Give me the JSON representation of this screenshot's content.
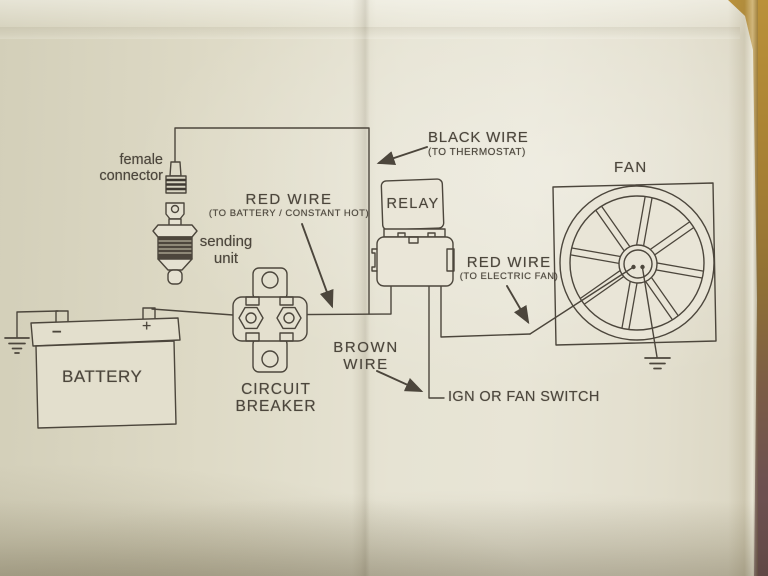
{
  "photo": {
    "description": "Photo of a printed electric fan relay wiring diagram on a folded sheet of paper lying on a wooden table"
  },
  "colors": {
    "paper": "#e4e0d0",
    "ink": "#4c463c",
    "wood_top": "#b28a36",
    "wood_bottom": "#664b4e"
  },
  "diagram": {
    "female_connector": {
      "line1": "female",
      "line2": "connector"
    },
    "sending_unit": {
      "line1": "sending",
      "line2": "unit"
    },
    "black_wire": {
      "title": "BLACK WIRE",
      "subtitle": "(TO THERMOSTAT)"
    },
    "red_wire_battery": {
      "title": "RED WIRE",
      "subtitle": "(TO BATTERY / CONSTANT HOT)"
    },
    "relay": {
      "label": "RELAY"
    },
    "fan": {
      "label": "FAN"
    },
    "red_wire_fan": {
      "title": "RED WIRE",
      "subtitle": "(TO ELECTRIC FAN)"
    },
    "brown_wire": {
      "line1": "BROWN",
      "line2": "WIRE"
    },
    "ign_or_fan_switch": {
      "label": "IGN OR FAN SWITCH"
    },
    "battery": {
      "label": "BATTERY",
      "negative": "–",
      "positive": "+"
    },
    "circuit_breaker": {
      "line1": "CIRCUIT",
      "line2": "BREAKER"
    }
  }
}
